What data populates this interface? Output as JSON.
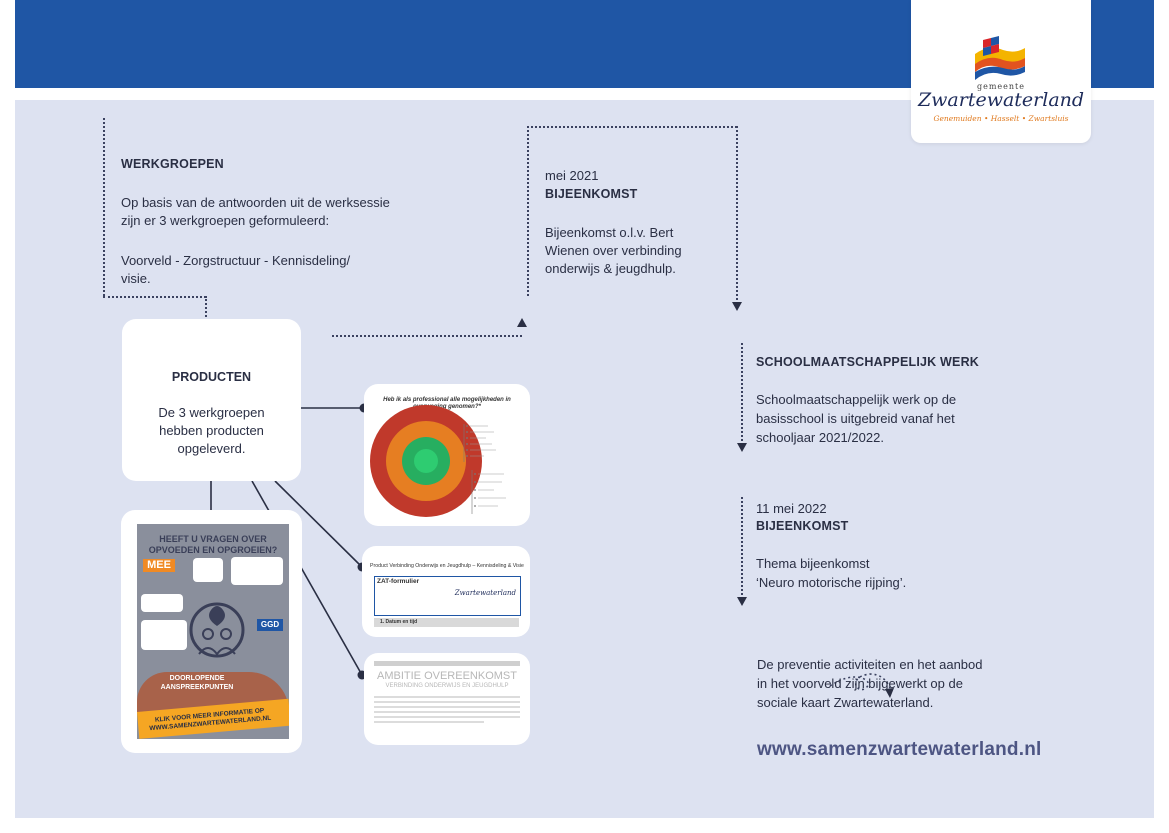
{
  "logo": {
    "gemeente": "gemeente",
    "name": "Zwartewaterland",
    "places": "Genemuiden • Hasselt • Zwartsluis"
  },
  "werkgroepen": {
    "title": "WERKGROEPEN",
    "line1": "Op basis van de antwoorden uit de werksessie",
    "line2": "zijn er 3 werkgroepen geformuleerd:",
    "line3": "Voorveld - Zorgstructuur - Kennisdeling/",
    "line4": "visie."
  },
  "bijeenkomst1": {
    "date": "mei 2021",
    "title": "BIJEENKOMST",
    "line1": "Bijeenkomst o.l.v. Bert",
    "line2": "Wienen over verbinding",
    "line3": "onderwijs & jeugdhulp."
  },
  "producten": {
    "title": "PRODUCTEN",
    "line1": "De 3 werkgroepen",
    "line2": "hebben producten",
    "line3": "opgeleverd."
  },
  "schoolmaatschappelijk": {
    "title": "SCHOOLMAATSCHAPPELIJK WERK",
    "line1": "Schoolmaatschappelijk werk op de",
    "line2": "basisschool is uitgebreid vanaf het",
    "line3": "schooljaar 2021/2022."
  },
  "bijeenkomst2": {
    "date": "11 mei 2022",
    "title": "BIJEENKOMST",
    "line1": "Thema bijeenkomst",
    "line2": "‘Neuro motorische rijping’."
  },
  "preventie": {
    "line1": "De preventie activiteiten en het aanbod",
    "line2": "in het voorveld zijn bijgewerkt op de",
    "line3": "sociale kaart Zwartewaterland."
  },
  "url": "www.samenzwartewaterland.nl",
  "thumb_circle": {
    "title_line1": "Heb ik als professional alle mogelijkheden in",
    "title_line2": "overweging genomen?*"
  },
  "thumb_zat": {
    "title": "Product Verbinding Onderwijs en Jeugdhulp – Kennisdeling & Visie",
    "form": "ZAT-formulier",
    "item": "1.   Datum en tijd"
  },
  "thumb_ambitie": {
    "line1": "AMBITIE OVEREENKOMST",
    "line2": "VERBINDING ONDERWIJS EN JEUGDHULP"
  },
  "poster": {
    "title_line1": "HEEFT U VRAGEN OVER",
    "title_line2": "OPVOEDEN EN OPGROEIEN?",
    "mee": "MEE",
    "ggd": "GGD",
    "doorlopend_line1": "DOORLOPENDE",
    "doorlopend_line2": "AANSPREEKPUNTEN",
    "cta_line1": "KLIK VOOR MEER INFORMATIE OP",
    "cta_line2": "WWW.SAMENZWARTEWATERLAND.NL"
  },
  "colors": {
    "header_blue": "#1f56a5",
    "panel_bg": "#dde2f1",
    "url_color": "#4d5583"
  }
}
